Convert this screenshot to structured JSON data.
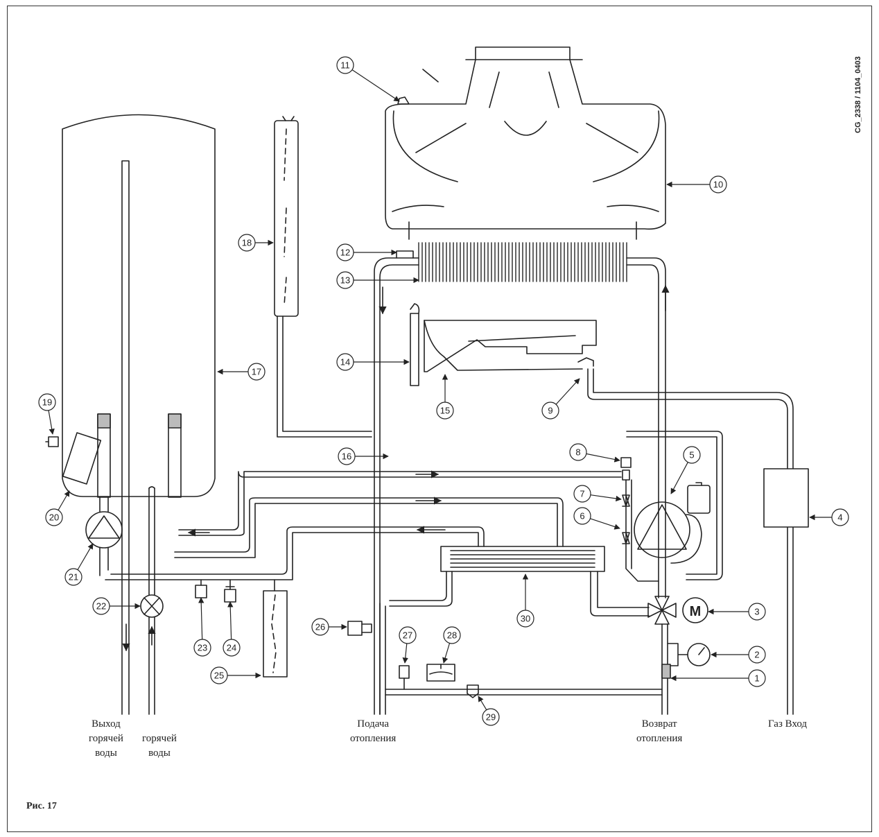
{
  "figure": {
    "caption": "Рис. 17",
    "doc_code": "CG_2338 / 1104_0403"
  },
  "labels": {
    "hot_water_out": "Выход горячей воды",
    "hot_water_out_lines": [
      "Выход",
      "горячей",
      "воды"
    ],
    "hot_water_second_lines": [
      "горячей",
      "воды"
    ],
    "heating_supply_lines": [
      "Подача",
      "отопления"
    ],
    "heating_return_lines": [
      "Возврат",
      "отопления"
    ],
    "gas_in": "Газ Вход"
  },
  "callouts": [
    "1",
    "2",
    "3",
    "4",
    "5",
    "6",
    "7",
    "8",
    "9",
    "10",
    "11",
    "12",
    "13",
    "14",
    "15",
    "16",
    "17",
    "18",
    "19",
    "20",
    "21",
    "22",
    "23",
    "24",
    "25",
    "26",
    "27",
    "28",
    "29",
    "30"
  ],
  "motor_symbol": "M"
}
